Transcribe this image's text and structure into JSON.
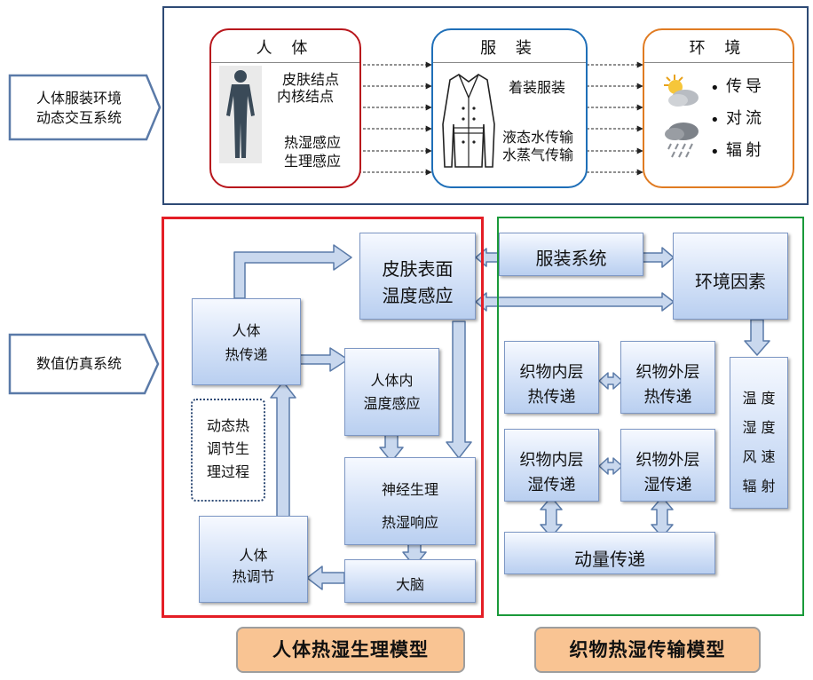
{
  "side": {
    "top_label_1": "人体服装环境",
    "top_label_2": "动态交互系统",
    "sim_label": "数值仿真系统"
  },
  "top": {
    "human": {
      "title": "人  体",
      "line1": "皮肤结点",
      "line2": "内核结点",
      "line3": "热湿感应",
      "line4": "生理感应"
    },
    "clothing": {
      "title": "服  装",
      "line1": "着装服装",
      "line2": "液态水传输",
      "line3": "水蒸气传输"
    },
    "env": {
      "title": "环  境",
      "items": [
        "传导",
        "对流",
        "辐射"
      ]
    }
  },
  "body_model": {
    "skin_1": "皮肤表面",
    "skin_2": "温度感应",
    "heat_transfer_1": "人体",
    "heat_transfer_2": "热传递",
    "internal_1": "人体内",
    "internal_2": "温度感应",
    "dyn_1": "动态热",
    "dyn_2": "调节生",
    "dyn_3": "理过程",
    "nerve_1": "神经生理",
    "nerve_2": "热湿响应",
    "reg_1": "人体",
    "reg_2": "热调节",
    "brain": "大脑"
  },
  "fabric_model": {
    "clothing_sys": "服装系统",
    "env_factor": "环境因素",
    "inner_heat_1": "织物内层",
    "inner_heat_2": "热传递",
    "outer_heat_1": "织物外层",
    "outer_heat_2": "热传递",
    "inner_moist_1": "织物内层",
    "inner_moist_2": "湿传递",
    "outer_moist_1": "织物外层",
    "outer_moist_2": "湿传递",
    "momentum": "动量传递",
    "env_params": [
      "温 度",
      "湿 度",
      "风 速",
      "辐 射"
    ]
  },
  "tags": {
    "left": "人体热湿生理模型",
    "right": "织物热湿传输模型"
  },
  "colors": {
    "top_frame": "#2e4a75",
    "human_border": "#b8161c",
    "clothing_border": "#1f6fb8",
    "env_border": "#e07b22",
    "body_panel": "#e41e26",
    "fabric_panel": "#1a9a3a",
    "tag_fill": "#f9c493",
    "arrow_fill": "#c9d8ee",
    "arrow_stroke": "#5a7aa8"
  }
}
